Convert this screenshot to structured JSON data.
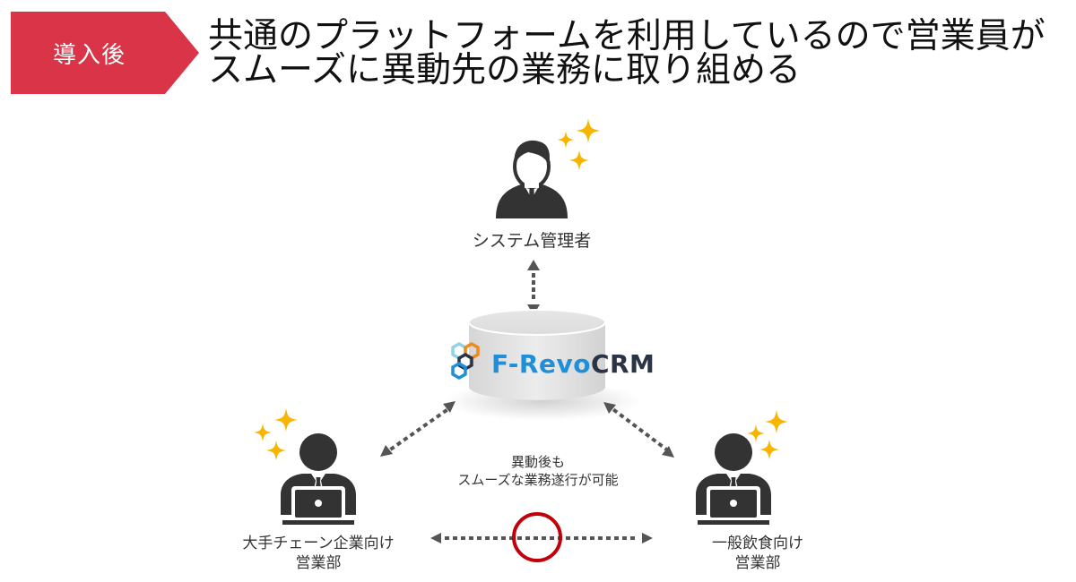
{
  "header": {
    "badge_label": "導入後",
    "badge_color": "#d93447",
    "title_line1": "共通のプラットフォームを利用しているので営業員が",
    "title_line2": "スムーズに異動先の業務に取り組める"
  },
  "diagram": {
    "admin": {
      "label": "システム管理者",
      "icon": "businessman-icon"
    },
    "database": {
      "icon": "database-cylinder-icon",
      "logo_part1": "F-Revo",
      "logo_part2": "CRM",
      "logo_icon": "f-revocrm-hexagon-logo-icon"
    },
    "left_team": {
      "label_line1": "大手チェーン企業向け",
      "label_line2": "営業部",
      "icon": "person-with-laptop-icon"
    },
    "right_team": {
      "label_line1": "一般飲食向け",
      "label_line2": "営業部",
      "icon": "person-with-laptop-icon"
    },
    "center_note": {
      "line1": "異動後も",
      "line2": "スムーズな業務遂行が可能"
    },
    "colors": {
      "icon": "#333333",
      "sparkle": "#f7b500",
      "arrow": "#555555",
      "circle": "#c0000b",
      "logo_blue": "#1e8fd8",
      "logo_dark": "#2a3444",
      "logo_orange": "#f08a1c",
      "logo_light_blue": "#8fd3e8"
    }
  }
}
